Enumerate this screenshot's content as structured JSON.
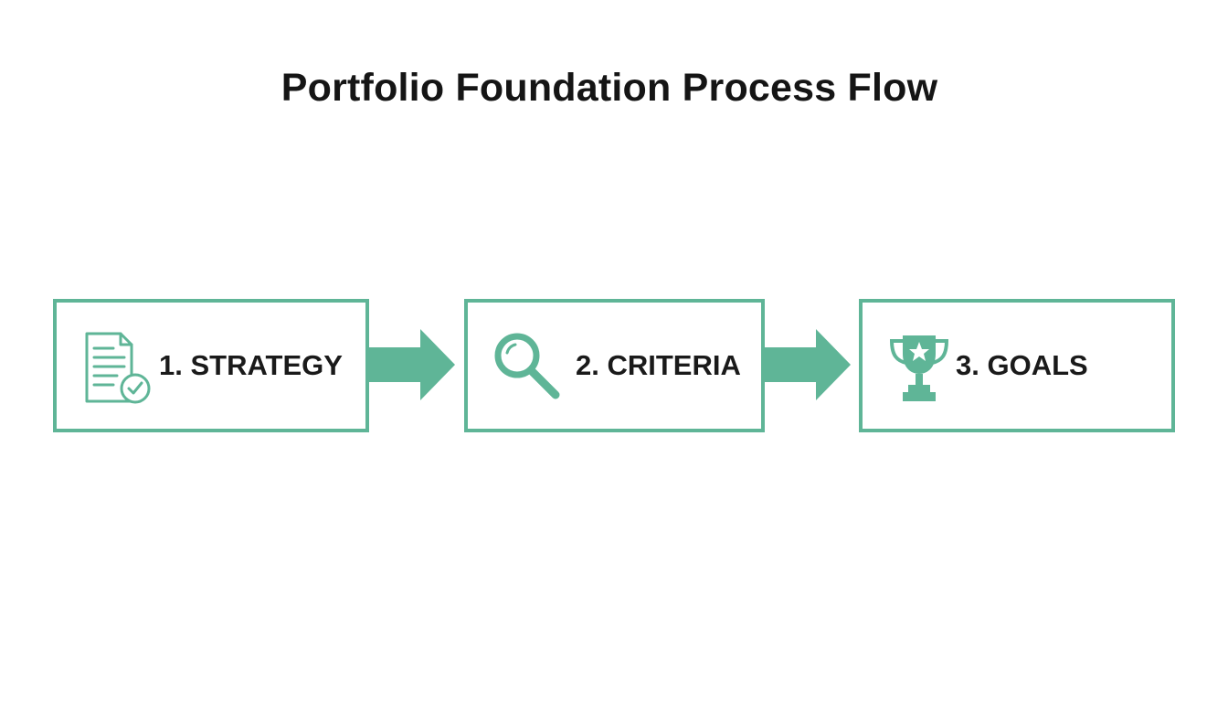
{
  "title": "Portfolio Foundation Process Flow",
  "colors": {
    "accent": "#5fb597",
    "text": "#1a1a1a",
    "background": "#ffffff"
  },
  "steps": [
    {
      "label": "1. STRATEGY",
      "icon": "document-check-icon"
    },
    {
      "label": "2. CRITERIA",
      "icon": "magnifier-icon"
    },
    {
      "label": "3. GOALS",
      "icon": "trophy-icon"
    }
  ],
  "connectors": [
    {
      "from": "1. STRATEGY",
      "to": "2. CRITERIA",
      "icon": "arrow-right-icon"
    },
    {
      "from": "2. CRITERIA",
      "to": "3. GOALS",
      "icon": "arrow-right-icon"
    }
  ]
}
